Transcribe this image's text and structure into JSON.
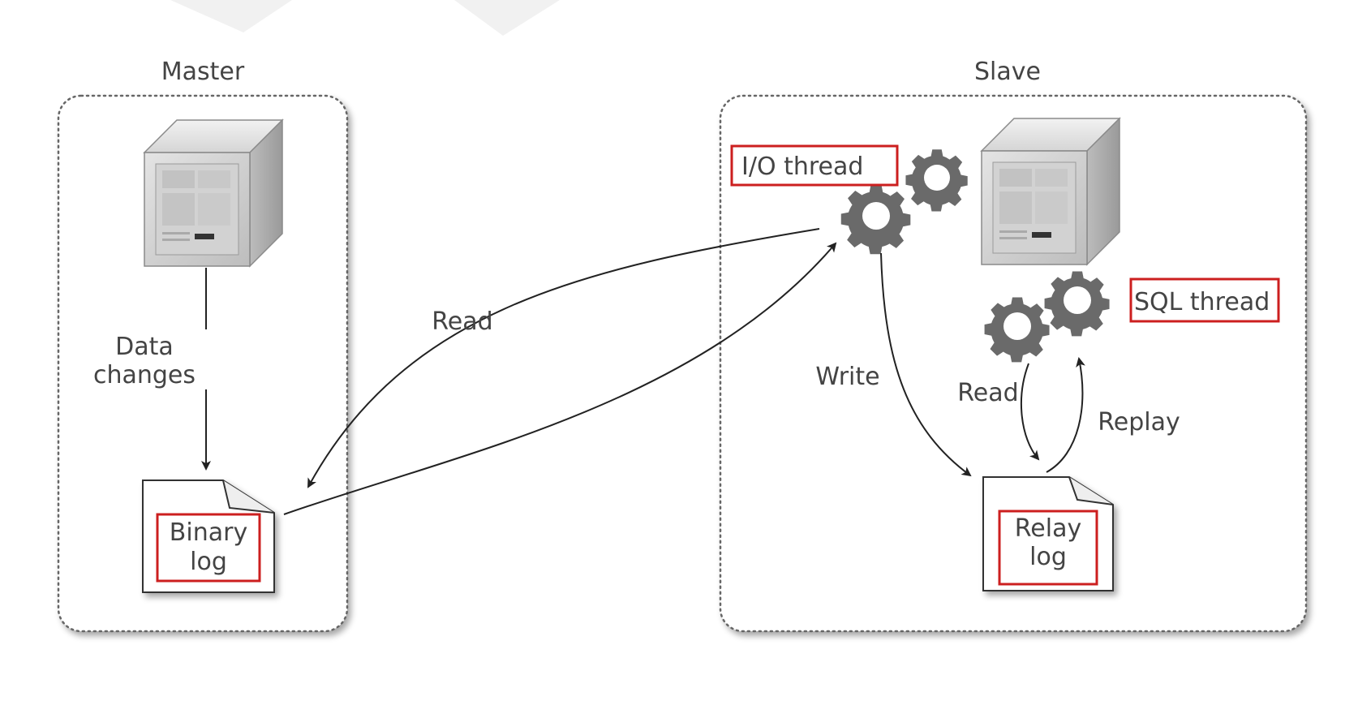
{
  "master": {
    "title": "Master",
    "data_changes_line1": "Data",
    "data_changes_line2": "changes",
    "binary_log_line1": "Binary",
    "binary_log_line2": "log"
  },
  "slave": {
    "title": "Slave",
    "io_thread": "I/O thread",
    "sql_thread": "SQL thread",
    "relay_log_line1": "Relay",
    "relay_log_line2": "log",
    "write_label": "Write",
    "read_label": "Read",
    "replay_label": "Replay"
  },
  "link": {
    "read_label": "Read"
  },
  "colors": {
    "highlight": "#cc1f1f",
    "gear": "#6a6a6a",
    "arrow": "#222222"
  }
}
